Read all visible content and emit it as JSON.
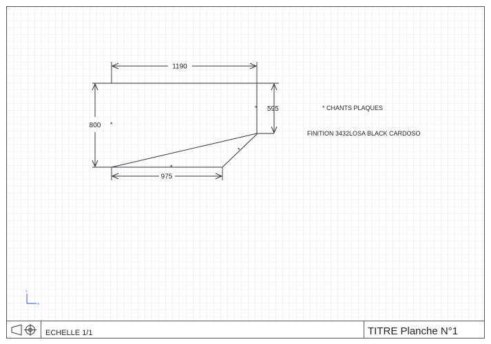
{
  "drawing": {
    "dimensions": {
      "top_width": "1190",
      "left_height": "800",
      "right_height": "595",
      "bottom_width": "975"
    },
    "edge_marker": "*",
    "notes": {
      "edges": "* CHANTS PLAQUES",
      "finish": "FINITION 3432LOSA BLACK CARDOSO"
    },
    "axes": {
      "y": "Y",
      "x": "X"
    }
  },
  "title_block": {
    "scale": "ECHELLE 1/1",
    "title": "TITRE Planche N°1"
  },
  "colors": {
    "grid": "#c9d3e6",
    "line": "#333333",
    "axis": "#3a55c8"
  }
}
